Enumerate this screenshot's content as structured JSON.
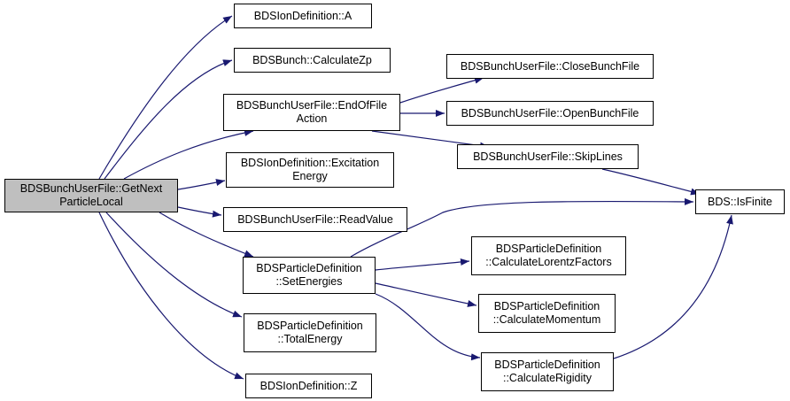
{
  "colors": {
    "edge": "#191970",
    "node_border": "#000000",
    "root_fill": "#bfbfbf",
    "node_fill": "#ffffff"
  },
  "nodes": [
    {
      "id": "root",
      "lines": [
        "BDSBunchUserFile::GetNext",
        "ParticleLocal"
      ],
      "root": true
    },
    {
      "id": "ion_a",
      "lines": [
        "BDSIonDefinition::A"
      ]
    },
    {
      "id": "calc_zp",
      "lines": [
        "BDSBunch::CalculateZp"
      ]
    },
    {
      "id": "end_of_file",
      "lines": [
        "BDSBunchUserFile::EndOfFile",
        "Action"
      ]
    },
    {
      "id": "excitation",
      "lines": [
        "BDSIonDefinition::Excitation",
        "Energy"
      ]
    },
    {
      "id": "read_value",
      "lines": [
        "BDSBunchUserFile::ReadValue"
      ]
    },
    {
      "id": "set_energies",
      "lines": [
        "BDSParticleDefinition",
        "::SetEnergies"
      ]
    },
    {
      "id": "total_energy",
      "lines": [
        "BDSParticleDefinition",
        "::TotalEnergy"
      ]
    },
    {
      "id": "ion_z",
      "lines": [
        "BDSIonDefinition::Z"
      ]
    },
    {
      "id": "close_bunch",
      "lines": [
        "BDSBunchUserFile::CloseBunchFile"
      ]
    },
    {
      "id": "open_bunch",
      "lines": [
        "BDSBunchUserFile::OpenBunchFile"
      ]
    },
    {
      "id": "skip_lines",
      "lines": [
        "BDSBunchUserFile::SkipLines"
      ]
    },
    {
      "id": "is_finite",
      "lines": [
        "BDS::IsFinite"
      ]
    },
    {
      "id": "lorentz",
      "lines": [
        "BDSParticleDefinition",
        "::CalculateLorentzFactors"
      ]
    },
    {
      "id": "momentum",
      "lines": [
        "BDSParticleDefinition",
        "::CalculateMomentum"
      ]
    },
    {
      "id": "rigidity",
      "lines": [
        "BDSParticleDefinition",
        "::CalculateRigidity"
      ]
    }
  ],
  "edges": [
    [
      "root",
      "ion_a"
    ],
    [
      "root",
      "calc_zp"
    ],
    [
      "root",
      "end_of_file"
    ],
    [
      "root",
      "excitation"
    ],
    [
      "root",
      "read_value"
    ],
    [
      "root",
      "set_energies"
    ],
    [
      "root",
      "total_energy"
    ],
    [
      "root",
      "ion_z"
    ],
    [
      "end_of_file",
      "close_bunch"
    ],
    [
      "end_of_file",
      "open_bunch"
    ],
    [
      "end_of_file",
      "skip_lines"
    ],
    [
      "skip_lines",
      "is_finite"
    ],
    [
      "set_energies",
      "is_finite"
    ],
    [
      "set_energies",
      "lorentz"
    ],
    [
      "set_energies",
      "momentum"
    ],
    [
      "set_energies",
      "rigidity"
    ],
    [
      "rigidity",
      "is_finite"
    ]
  ]
}
